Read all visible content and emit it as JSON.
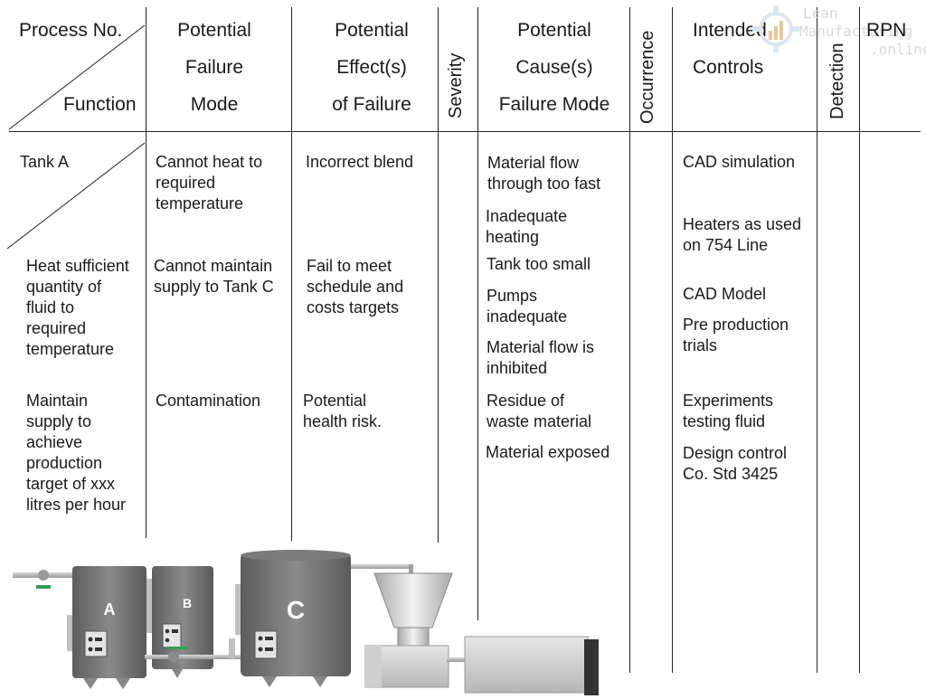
{
  "headers": {
    "process_no": "Process No.",
    "function": "Function",
    "failure_mode": [
      "Potential",
      "Failure",
      "Mode"
    ],
    "effects": [
      "Potential",
      "Effect(s)",
      "of Failure"
    ],
    "severity": "Severity",
    "causes": [
      "Potential",
      "Cause(s)",
      "Failure Mode"
    ],
    "occurrence": "Occurrence",
    "controls": [
      "Intended",
      "Controls"
    ],
    "detection": "Detection",
    "rpn": "RPN"
  },
  "process": {
    "name": "Tank A",
    "functions": [
      "Heat sufficient quantity of fluid to required temperature",
      "Maintain supply to achieve production target of xxx litres per hour"
    ]
  },
  "failure_modes": [
    "Cannot heat to required temperature",
    "Cannot maintain supply to Tank C",
    "Contamination"
  ],
  "effects": [
    "Incorrect blend",
    "Fail to meet schedule and costs targets",
    "Potential health risk."
  ],
  "causes": [
    "Material flow through too fast",
    "Inadequate heating",
    "Tank too small",
    "Pumps inadequate",
    "Material flow is inhibited",
    "Residue of waste material",
    "Material exposed"
  ],
  "controls": [
    "CAD simulation",
    "Heaters as used on 754 Line",
    "CAD Model",
    "Pre production trials",
    "Experiments testing fluid",
    "Design control Co. Std 3425"
  ],
  "logo": {
    "line1": "Lean",
    "line2": "Manufacturing",
    "line3": ".online"
  },
  "illustration": {
    "tank_a": "A",
    "tank_b": "B",
    "tank_c": "C"
  }
}
